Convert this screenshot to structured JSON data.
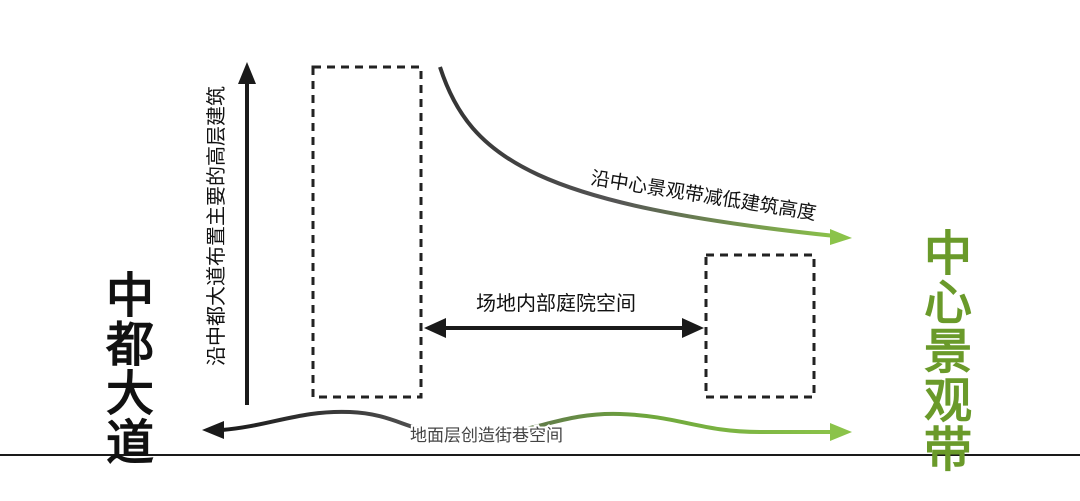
{
  "labels": {
    "vertical_axis": "沿中都大道布置主要的高层建筑",
    "curve": "沿中心景观带减低建筑高度",
    "courtyard": "场地内部庭院空间",
    "ground": "地面层创造街巷空间"
  },
  "left_title": [
    "中",
    "都",
    "大",
    "道"
  ],
  "right_title": [
    "中",
    "心",
    "景",
    "观",
    "带"
  ],
  "colors": {
    "dark": "#1a1a1a",
    "green": "#7ab648",
    "green_text": "#6a9a2a",
    "box_stroke": "#222222"
  }
}
